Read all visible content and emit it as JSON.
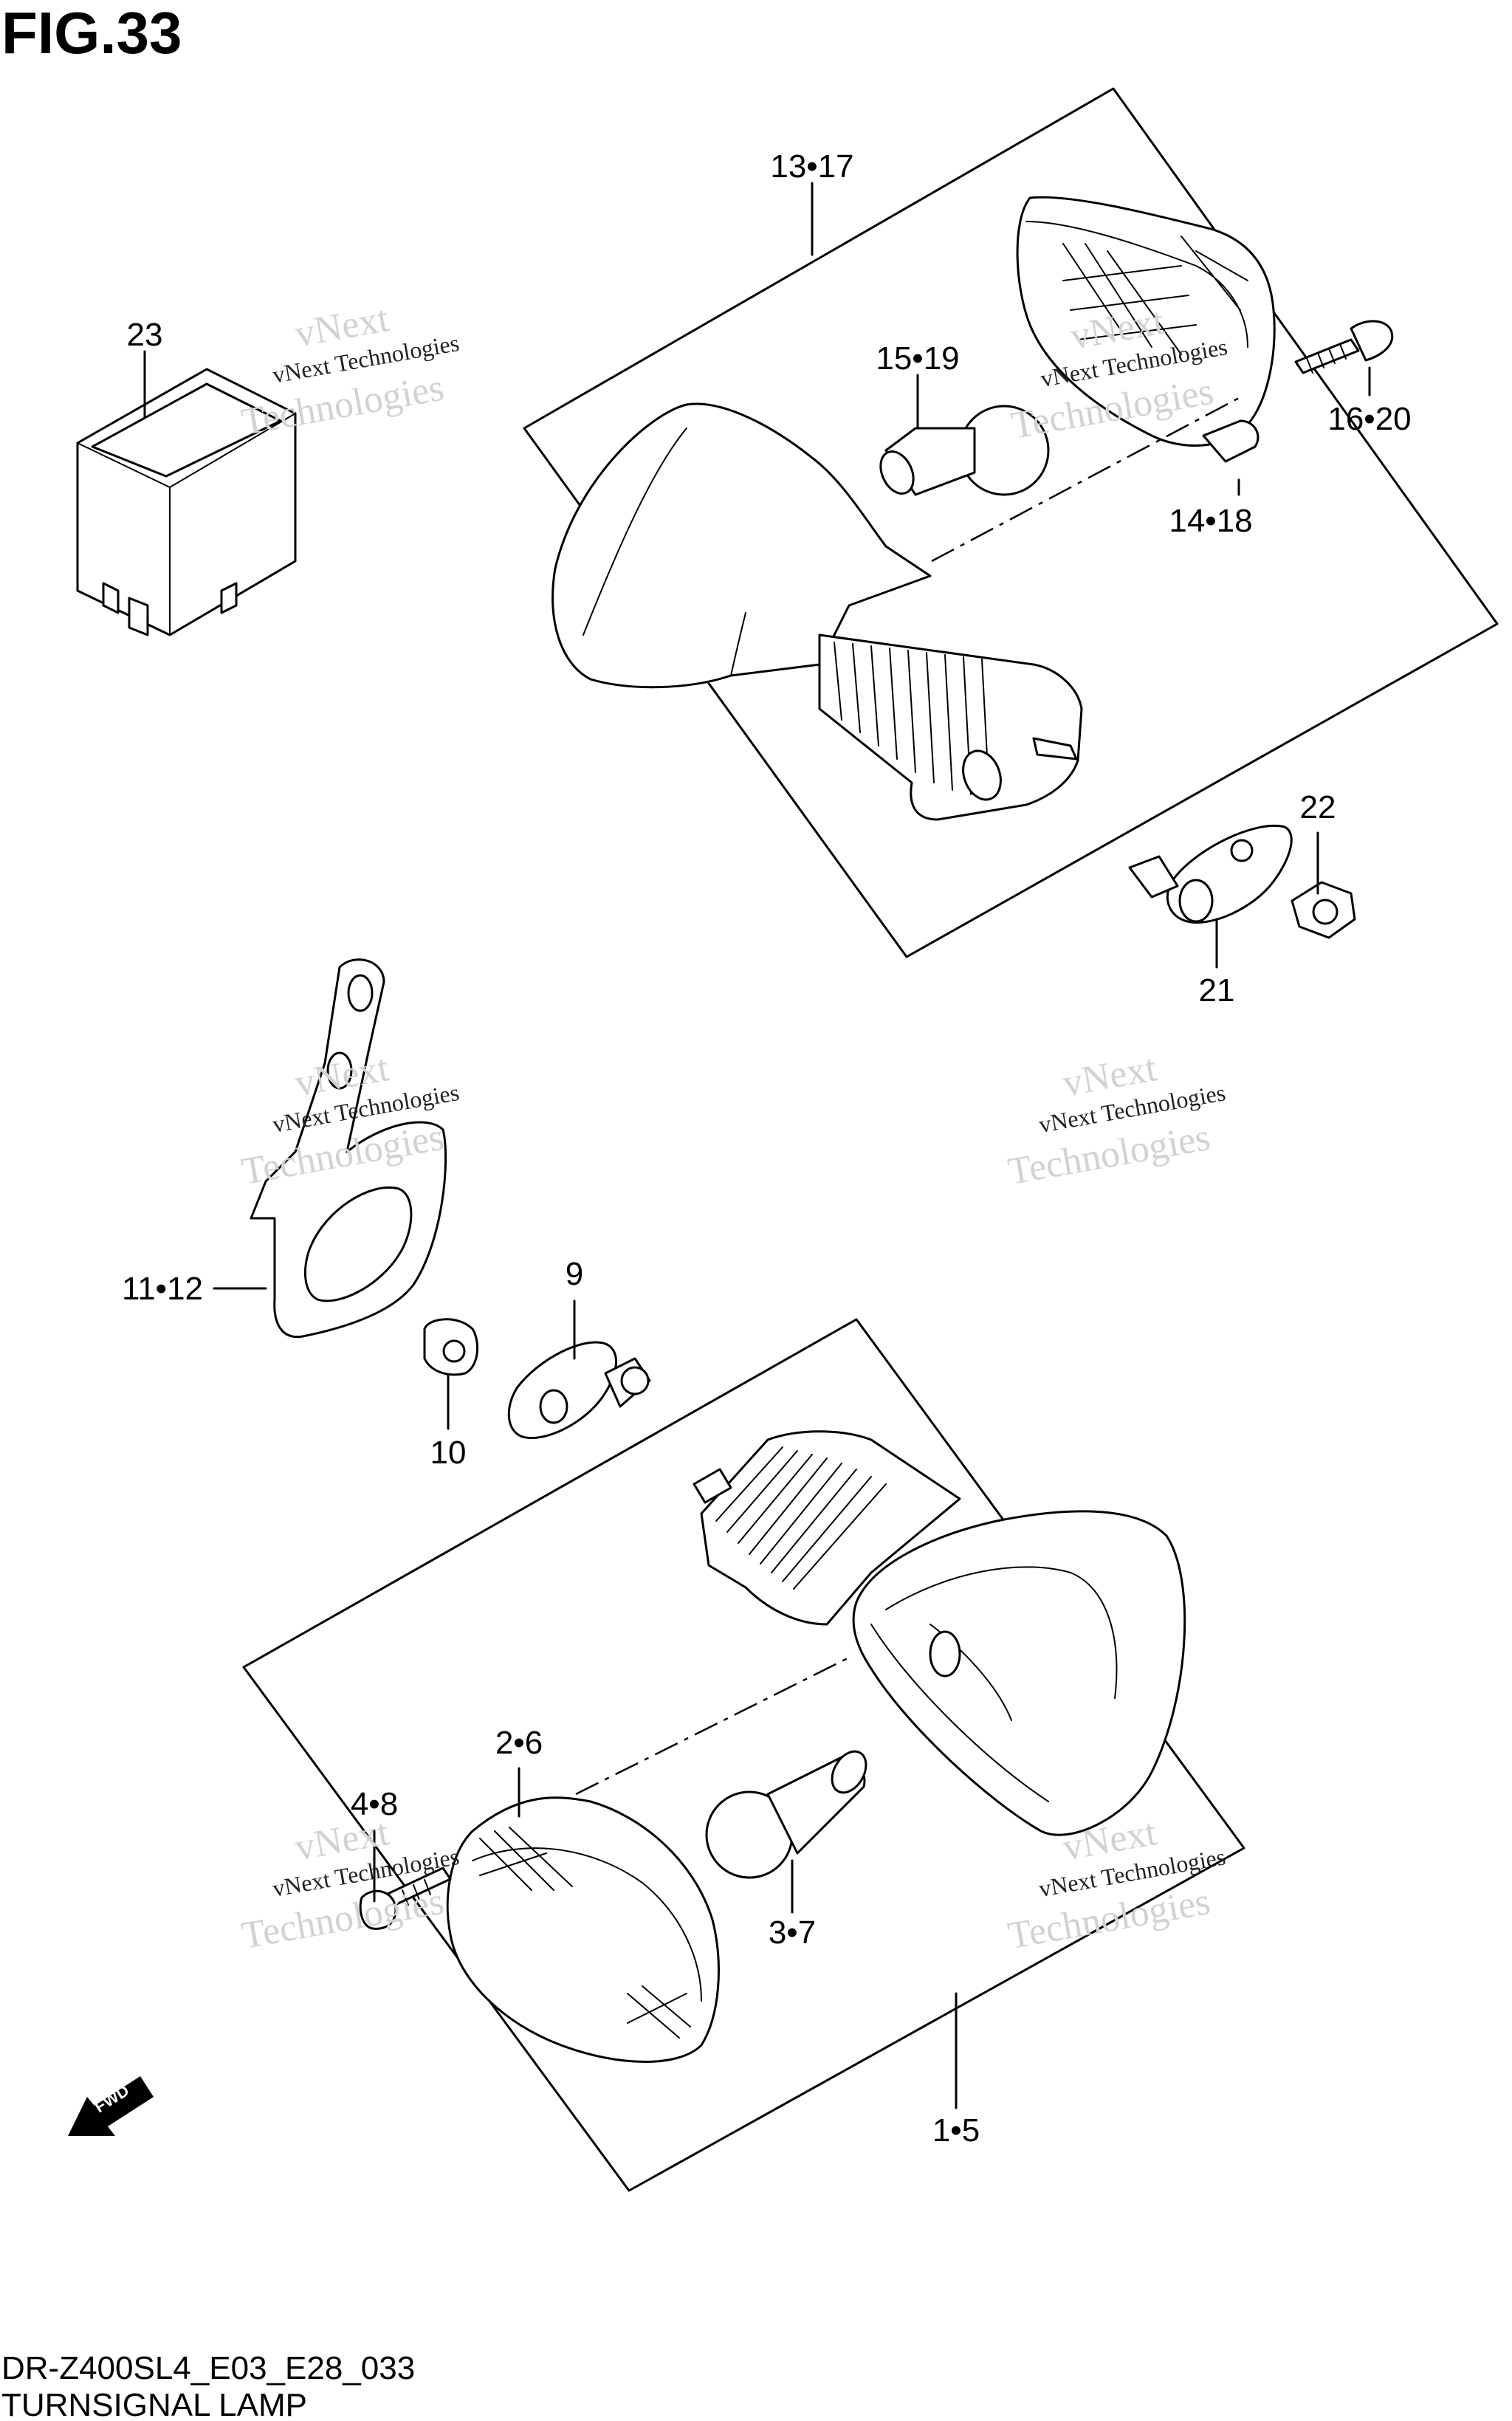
{
  "figure": {
    "number": "FIG.33",
    "model_code": "DR-Z400SL4_E03_E28_033",
    "title": "TURNSIGNAL LAMP"
  },
  "callouts": [
    {
      "id": "c-23",
      "label": "23"
    },
    {
      "id": "c-13-17",
      "label": "13•17"
    },
    {
      "id": "c-15-19",
      "label": "15•19"
    },
    {
      "id": "c-16-20",
      "label": "16•20"
    },
    {
      "id": "c-14-18",
      "label": "14•18"
    },
    {
      "id": "c-22",
      "label": "22"
    },
    {
      "id": "c-21",
      "label": "21"
    },
    {
      "id": "c-11-12",
      "label": "11•12"
    },
    {
      "id": "c-9",
      "label": "9"
    },
    {
      "id": "c-10",
      "label": "10"
    },
    {
      "id": "c-2-6",
      "label": "2•6"
    },
    {
      "id": "c-4-8",
      "label": "4•8"
    },
    {
      "id": "c-3-7",
      "label": "3•7"
    },
    {
      "id": "c-1-5",
      "label": "1•5"
    }
  ],
  "fwd_arrow": {
    "label": "FWD"
  },
  "watermark": {
    "line1": "vNext Technologies",
    "line2": "Technologies",
    "line3": "vNext"
  }
}
